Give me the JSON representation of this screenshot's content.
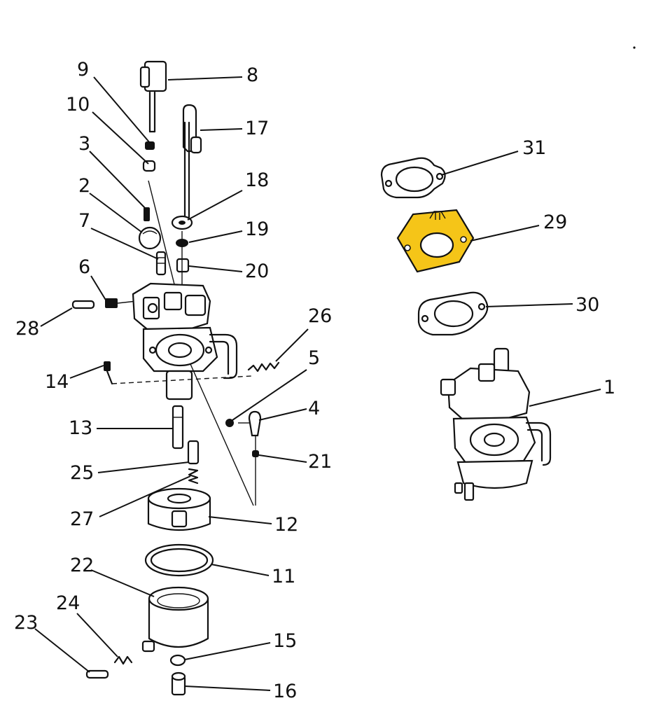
{
  "diagram": {
    "highlight_color": "#f5c518",
    "line_color": "#111111",
    "highlighted_part": "29",
    "labels": {
      "p1": "1",
      "p2": "2",
      "p3": "3",
      "p4": "4",
      "p5": "5",
      "p6": "6",
      "p7": "7",
      "p8": "8",
      "p9": "9",
      "p10": "10",
      "p11": "11",
      "p12": "12",
      "p13": "13",
      "p14": "14",
      "p15": "15",
      "p16": "16",
      "p17": "17",
      "p18": "18",
      "p19": "19",
      "p20": "20",
      "p21": "21",
      "p22": "22",
      "p23": "23",
      "p24": "24",
      "p25": "25",
      "p26": "26",
      "p27": "27",
      "p28": "28",
      "p29": "29",
      "p30": "30",
      "p31": "31"
    }
  }
}
